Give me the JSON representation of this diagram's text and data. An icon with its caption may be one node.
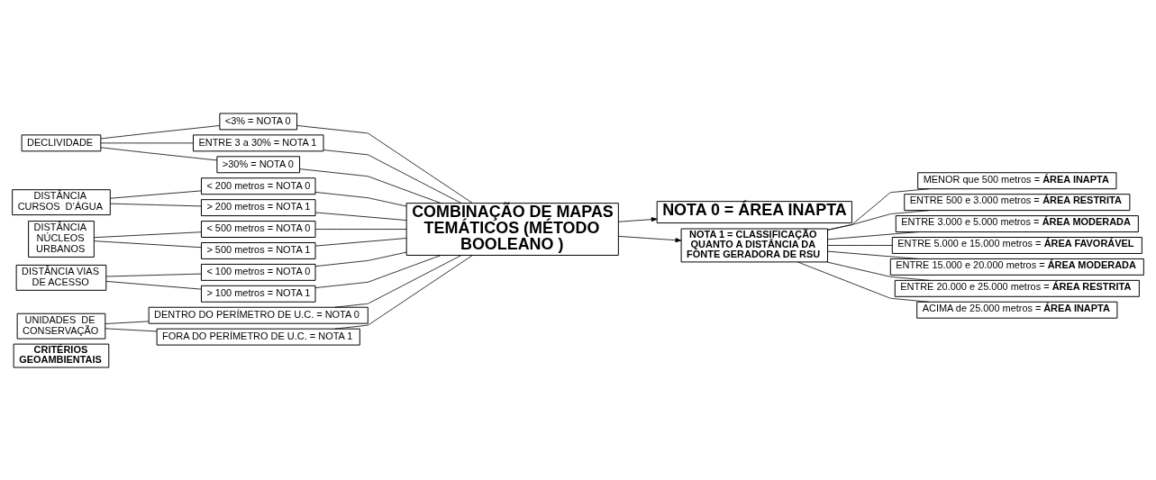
{
  "diagram": {
    "nodes": [
      {
        "text": [
          "CRITÉRIOS GEOAMBIENTAIS"
        ]
      },
      {
        "text": [
          "DECLIVIDADE"
        ]
      },
      {
        "text": [
          "<3% = NOTA 0"
        ]
      },
      {
        "text": [
          "ENTRE 3 a 30% = NOTA 1"
        ]
      },
      {
        "text": [
          ">30% = NOTA 0"
        ]
      },
      {
        "text": [
          "DISTÂNCIA CURSOS  D’ÁGUA"
        ]
      },
      {
        "text": [
          "< 200 metros = NOTA 0"
        ]
      },
      {
        "text": [
          "> 200 metros = NOTA 1"
        ]
      },
      {
        "text": [
          "DISTÂNCIA NÚCLEOS URBANOS"
        ]
      },
      {
        "text": [
          "< 500 metros = NOTA 0"
        ]
      },
      {
        "text": [
          "> 500 metros = NOTA 1"
        ]
      },
      {
        "text": [
          "DISTÂNCIA VIAS DE ACESSO"
        ]
      },
      {
        "text": [
          "< 100 metros = NOTA 0"
        ]
      },
      {
        "text": [
          "> 100 metros = NOTA 1"
        ]
      },
      {
        "text": [
          "UNIDADES  DE CONSERVAÇÃO"
        ]
      },
      {
        "text": [
          "DENTRO DO PERÍMETRO DE U.C. = NOTA 0"
        ]
      },
      {
        "text": [
          "FORA DO PERÍMETRO DE U.C. = NOTA 1"
        ]
      },
      {
        "text": [
          "COMBINAÇÃO DE MAPAS TEMÁTICOS (MÉTODO BOOLEANO )"
        ]
      },
      {
        "text": [
          "NOTA 0 = ÁREA INAPTA"
        ]
      },
      {
        "text": [
          "NOTA 1 = CLASSIFICAÇÃO QUANTO A DISTÂNCIA DA FONTE GERADORA DE RSU"
        ]
      },
      {
        "text": [
          "MENOR que 500 metros = **ÁREA INAPTA**"
        ]
      },
      {
        "text": [
          "ENTRE 500 e 3.000 metros = **ÁREA RESTRITA**"
        ]
      },
      {
        "text": [
          "ENTRE 3.000 e 5.000 metros = **ÁREA MODERADA**"
        ]
      },
      {
        "text": [
          "ENTRE 5.000 e 15.000 metros = **ÁREA FAVORÁVEL**"
        ]
      },
      {
        "text": [
          "ENTRE 15.000 e 20.000 metros = **ÁREA MODERADA**"
        ]
      },
      {
        "text": [
          "ENTRE 20.000 e 25.000 metros = **ÁREA RESTRITA**"
        ]
      },
      {
        "text": [
          "ACIMA de 25.000 metros = **ÁREA INAPTA**"
        ]
      }
    ],
    "edges": [
      {
        "from": 1,
        "to": 2,
        "arrow": "none"
      },
      {
        "from": 1,
        "to": 3,
        "arrow": "none"
      },
      {
        "from": 1,
        "to": 4,
        "arrow": "none"
      },
      {
        "from": 5,
        "to": 6,
        "arrow": "none"
      },
      {
        "from": 5,
        "to": 7,
        "arrow": "none"
      },
      {
        "from": 8,
        "to": 9,
        "arrow": "none"
      },
      {
        "from": 8,
        "to": 10,
        "arrow": "none"
      },
      {
        "from": 11,
        "to": 12,
        "arrow": "none"
      },
      {
        "from": 11,
        "to": 13,
        "arrow": "none"
      },
      {
        "from": 14,
        "to": 15,
        "arrow": "none"
      },
      {
        "from": 14,
        "to": 16,
        "arrow": "none"
      },
      {
        "from": 2,
        "to": 17,
        "arrow": "none"
      },
      {
        "from": 3,
        "to": 17,
        "arrow": "none"
      },
      {
        "from": 4,
        "to": 17,
        "arrow": "none"
      },
      {
        "from": 6,
        "to": 17,
        "arrow": "none"
      },
      {
        "from": 7,
        "to": 17,
        "arrow": "none"
      },
      {
        "from": 9,
        "to": 17,
        "arrow": "none"
      },
      {
        "from": 10,
        "to": 17,
        "arrow": "none"
      },
      {
        "from": 12,
        "to": 17,
        "arrow": "none"
      },
      {
        "from": 13,
        "to": 17,
        "arrow": "none"
      },
      {
        "from": 15,
        "to": 17,
        "arrow": "none"
      },
      {
        "from": 16,
        "to": 17,
        "arrow": "none"
      },
      {
        "from": 17,
        "to": 18,
        "arrow": "to"
      },
      {
        "from": 17,
        "to": 19,
        "arrow": "to"
      },
      {
        "from": 19,
        "to": 20,
        "arrow": "none"
      },
      {
        "from": 19,
        "to": 21,
        "arrow": "none"
      },
      {
        "from": 19,
        "to": 22,
        "arrow": "none"
      },
      {
        "from": 19,
        "to": 23,
        "arrow": "none"
      },
      {
        "from": 19,
        "to": 24,
        "arrow": "none"
      },
      {
        "from": 19,
        "to": 25,
        "arrow": "none"
      },
      {
        "from": 19,
        "to": 26,
        "arrow": "none"
      }
    ]
  }
}
